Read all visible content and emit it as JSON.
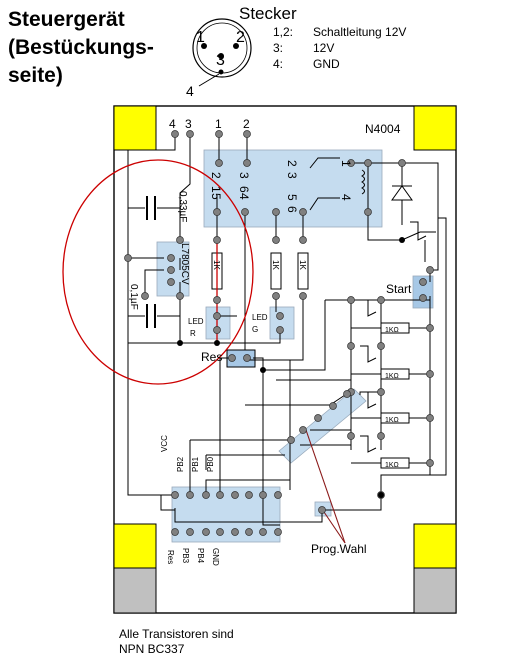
{
  "header": {
    "title_lines": [
      "Steuergerät",
      "(Bestückungs-",
      "seite)"
    ]
  },
  "connector": {
    "title": "Stecker",
    "pins": [
      {
        "key": "1,2:",
        "value": "Schaltleitung 12V"
      },
      {
        "key": "3:",
        "value": "12V"
      },
      {
        "key": "4:",
        "value": "GND"
      }
    ],
    "face_labels": {
      "p1": "1",
      "p2": "2",
      "p3": "3",
      "p4": "4"
    }
  },
  "board": {
    "header_pins": {
      "p4": "4",
      "p3": "3",
      "p1": "1",
      "p2": "2"
    },
    "diode_label": "N4004",
    "relay_pins": {
      "r1": [
        "2",
        "1"
      ],
      "r2": [
        "5",
        "4"
      ],
      "r3": [
        "3",
        "6"
      ],
      "r4": [
        "2",
        "3"
      ],
      "r5": [
        "5",
        "6"
      ]
    },
    "relay_numbers": {
      "a": "1",
      "b": "4"
    },
    "cap_top": "0,33µF",
    "regulator": "L7805CV",
    "cap_bottom": "0,1µF",
    "resistors": {
      "r1": "1K",
      "r2": "1K",
      "r3": "1K"
    },
    "led_r": [
      "LED",
      "R"
    ],
    "led_g": [
      "LED",
      "G"
    ],
    "reset_label": "Res",
    "start_label": "Start",
    "right_resistors": [
      "1KΩ",
      "1KΩ",
      "1KΩ",
      "1KΩ"
    ],
    "ic_top_labels": [
      "VCC",
      "PB2",
      "PB1",
      "PB0"
    ],
    "ic_bottom_labels": [
      "Res",
      "PB3",
      "PB4",
      "GND"
    ],
    "prog_label": "Prog.Wahl"
  },
  "footnote": [
    "Alle Transistoren sind",
    "NPN BC337"
  ],
  "colors": {
    "pad_yellow": "#ffff00",
    "pad_gray": "#c0c0c0",
    "component_blue": "#c5dcef",
    "button_blue": "#a7c8e6",
    "annotation_red": "#cc0000"
  }
}
